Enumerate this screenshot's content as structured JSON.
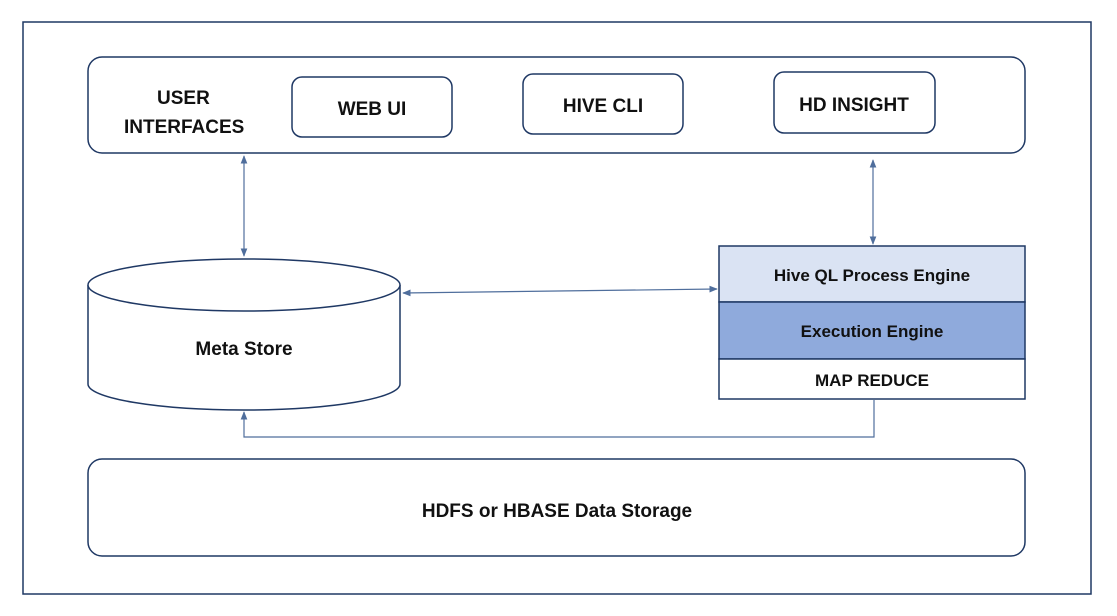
{
  "user_interfaces": {
    "title_line1": "USER",
    "title_line2": "INTERFACES",
    "items": [
      "WEB UI",
      "HIVE CLI",
      "HD INSIGHT"
    ]
  },
  "meta_store": {
    "label": "Meta Store"
  },
  "engine_stack": {
    "layers": [
      "Hive QL Process Engine",
      "Execution Engine",
      "MAP REDUCE"
    ]
  },
  "storage": {
    "label": "HDFS or HBASE Data Storage"
  },
  "colors": {
    "border": "#1F3864",
    "connector": "#4F6E9C",
    "process_engine_fill": "#DAE3F3",
    "execution_engine_fill": "#8FAADC",
    "map_reduce_fill": "#FFFFFF"
  }
}
